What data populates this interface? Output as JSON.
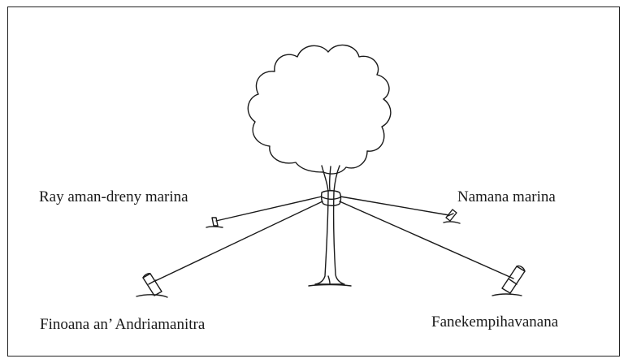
{
  "labels": {
    "top_left": "Ray aman-dreny marina",
    "top_right": "Namana marina",
    "bottom_left": "Finoana an’ Andriamanitra",
    "bottom_right": "Fanekempihavanana"
  },
  "colors": {
    "stroke": "#1a1a1a",
    "frame": "#222222",
    "background": "#ffffff"
  }
}
